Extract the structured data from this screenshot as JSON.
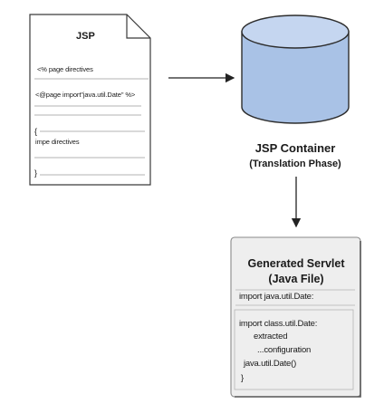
{
  "jsp_file": {
    "title": "JSP",
    "line1": "<% page directives",
    "line2": "<@page import\"java.util.Date\" %>",
    "brace_open": "{",
    "line3": "impe directives",
    "brace_close": "}"
  },
  "container": {
    "title": "JSP Container",
    "subtitle": "(Translation Phase)"
  },
  "servlet": {
    "title_line1": "Generated Servlet",
    "title_line2": "(Java File)",
    "line1": "import java.util.Date:",
    "line2": "import class.util.Date:",
    "line3": "extracted",
    "line4": "...configuration",
    "line5": "java.util.Date()",
    "line6": "}"
  },
  "colors": {
    "cylinder_fill": "#a9c2e6",
    "cylinder_top": "#c5d6f0",
    "cylinder_stroke": "#2d2d2d",
    "servlet_bg": "#eeeeee"
  }
}
